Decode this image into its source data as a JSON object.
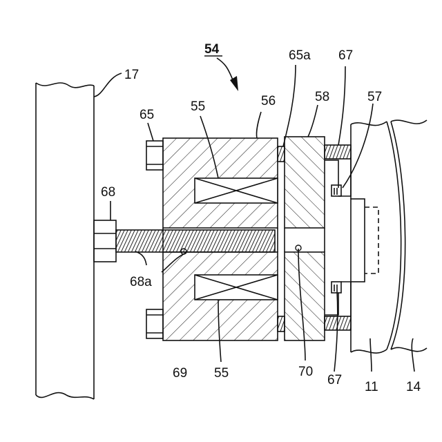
{
  "figure": {
    "labels": {
      "assembly": "54",
      "coil_top": "55",
      "coil_bottom": "55",
      "housing": "56",
      "cover_member": "57",
      "armature": "58",
      "bolt_head": "65",
      "bolt_tip": "65a",
      "spring_top": "67",
      "spring_bottom": "67",
      "adjust_bolt": "68",
      "adjust_thread": "68a",
      "bore_housing": "69",
      "bore_armature": "70",
      "rotor": "11",
      "wheel": "14",
      "frame": "17"
    }
  }
}
